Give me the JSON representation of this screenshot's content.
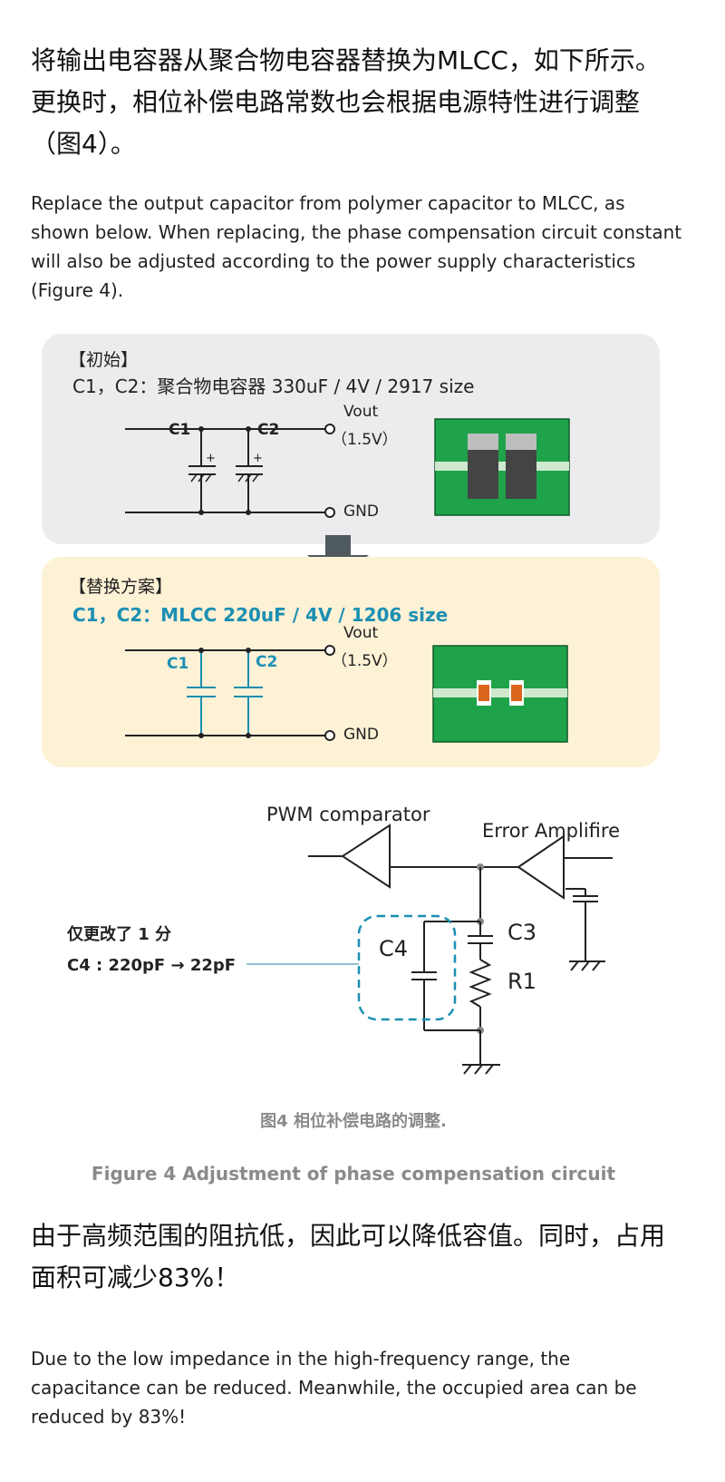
{
  "intro": {
    "zh": "将输出电容器从聚合物电容器替换为MLCC，如下所示。更换时，相位补偿电路常数也会根据电源特性进行调整（图4）。",
    "en": "Replace the output capacitor from polymer capacitor to MLCC, as shown below. When replacing, the phase compensation circuit constant will also be adjusted according to the power supply characteristics (Figure 4)."
  },
  "panel_initial": {
    "title": "【初始】",
    "spec": "C1，C2：聚合物电容器  330uF / 4V / 2917 size",
    "c1": "C1",
    "c2": "C2",
    "vout": "Vout",
    "vout_value": "（1.5V）",
    "gnd": "GND",
    "bg_color": "#ececee",
    "board_color": "#1fa34a"
  },
  "panel_replace": {
    "title": "【替换方案】",
    "spec": "C1，C2：MLCC  220uF / 4V / 1206 size",
    "c1": "C1",
    "c2": "C2",
    "vout": "Vout",
    "vout_value": "（1.5V）",
    "gnd": "GND",
    "bg_color": "#fdf1d6",
    "accent_color": "#1b8fb2",
    "component_color": "#d9661a"
  },
  "circuit": {
    "pwm_label": "PWM comparator",
    "error_label": "Error  Amplifire",
    "c3": "C3",
    "r1": "R1",
    "c4": "C4",
    "note_line1": "仅更改了 1 分",
    "note_line2": "C4 : 220pF → 22pF"
  },
  "captions": {
    "zh": "图4 相位补偿电路的调整.",
    "en": "Figure 4 Adjustment of phase compensation circuit"
  },
  "conclusion": {
    "zh": "由于高频范围的阻抗低，因此可以降低容值。同时，占用面积可减少83%！",
    "en": "Due to the low impedance in the high-frequency range, the capacitance can be reduced. Meanwhile, the occupied area can be reduced by 83%!"
  }
}
